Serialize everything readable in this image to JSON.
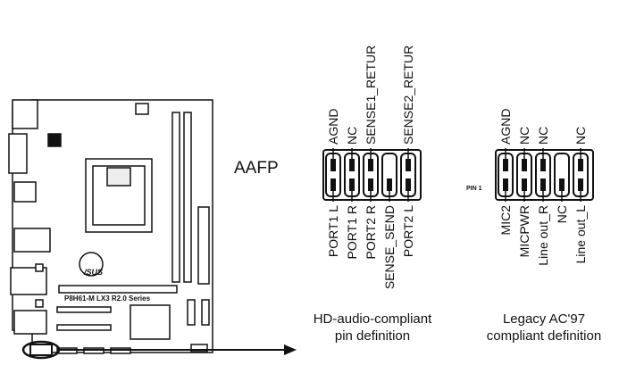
{
  "header_label": "AAFP",
  "board": {
    "logo_text": "/SUS",
    "model_text": "P8H61-M LX3 R2.0 Series"
  },
  "hd_audio": {
    "top_pins": [
      "AGND",
      "NC",
      "SENSE1_RETUR",
      "",
      "SENSE2_RETUR"
    ],
    "bottom_pins": [
      "PORT1 L",
      "PORT1 R",
      "PORT2 R",
      "SENSE_SEND",
      "PORT2 L"
    ],
    "caption_line1": "HD-audio-compliant",
    "caption_line2": "pin definition"
  },
  "legacy_ac97": {
    "pin1_label": "PIN 1",
    "top_pins": [
      "AGND",
      "NC",
      "NC",
      "",
      "NC"
    ],
    "bottom_pins": [
      "MIC2",
      "MICPWR",
      "Line out_R",
      "NC",
      "Line out_L"
    ],
    "caption_line1": "Legacy AC'97",
    "caption_line2": "compliant definition"
  }
}
